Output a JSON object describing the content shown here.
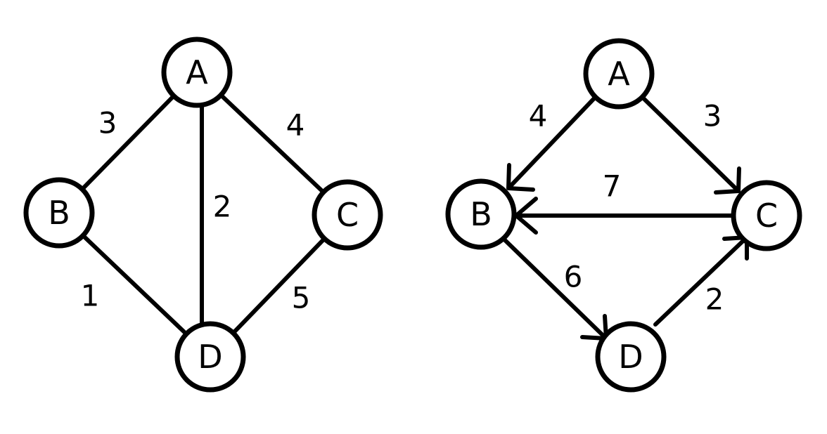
{
  "undirected_graph": {
    "nodes": [
      {
        "id": "A",
        "label": "A"
      },
      {
        "id": "B",
        "label": "B"
      },
      {
        "id": "C",
        "label": "C"
      },
      {
        "id": "D",
        "label": "D"
      }
    ],
    "edges": [
      {
        "from": "A",
        "to": "B",
        "weight": "3"
      },
      {
        "from": "A",
        "to": "C",
        "weight": "4"
      },
      {
        "from": "A",
        "to": "D",
        "weight": "2"
      },
      {
        "from": "B",
        "to": "D",
        "weight": "1"
      },
      {
        "from": "C",
        "to": "D",
        "weight": "5"
      }
    ]
  },
  "directed_graph": {
    "nodes": [
      {
        "id": "A",
        "label": "A"
      },
      {
        "id": "B",
        "label": "B"
      },
      {
        "id": "C",
        "label": "C"
      },
      {
        "id": "D",
        "label": "D"
      }
    ],
    "edges": [
      {
        "from": "A",
        "to": "B",
        "weight": "4"
      },
      {
        "from": "A",
        "to": "C",
        "weight": "3"
      },
      {
        "from": "C",
        "to": "B",
        "weight": "7"
      },
      {
        "from": "B",
        "to": "D",
        "weight": "6"
      },
      {
        "from": "D",
        "to": "C",
        "weight": "2"
      }
    ]
  },
  "colors": {
    "stroke": "#000000",
    "background": "#ffffff"
  }
}
